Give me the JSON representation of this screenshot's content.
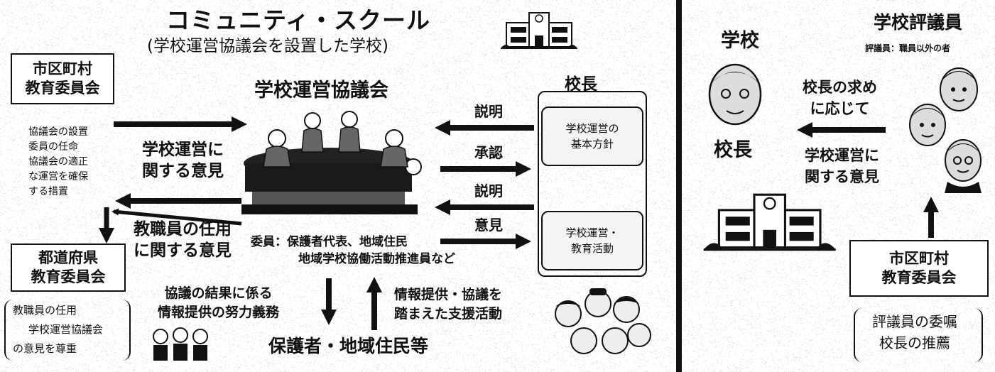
{
  "left": {
    "title": "コミュニティ・スクール",
    "subtitle": "(学校運営協議会を設置した学校)",
    "council_title": "学校運営協議会",
    "municipal_board": [
      "市区町村",
      "教育委員会"
    ],
    "board_duties": [
      "協議会の設置",
      "委員の任命",
      "協議会の適正",
      "な運営を確保",
      "する措置"
    ],
    "opinion_school_ops": [
      "学校運営に",
      "関する意見"
    ],
    "opinion_staff": [
      "教職員の任用",
      "に関する意見"
    ],
    "prefecture_board": [
      "都道府県",
      "教育委員会"
    ],
    "prefecture_note": [
      "教職員の任用",
      "学校運営協議会",
      "の意見を尊重"
    ],
    "members": [
      "委員：保護者代表、地域住民",
      "地域学校協働活動推進員など"
    ],
    "principal_label": "校長",
    "flow_labels": {
      "explain1": "説明",
      "approve": "承認",
      "explain2": "説明",
      "opinion": "意見"
    },
    "policy_box": [
      "学校運営の",
      "基本方針"
    ],
    "activity_box": [
      "学校運営・",
      "教育活動"
    ],
    "info_duty": [
      "協議の結果に係る",
      "情報提供の努力義務"
    ],
    "support": [
      "情報提供・協議を",
      "踏まえた支援活動"
    ],
    "guardians": "保護者・地域住民等"
  },
  "right": {
    "school_label": "学校",
    "councillors_title": "学校評議員",
    "councillors_note": "評議員：職員以外の者",
    "principal_label": "校長",
    "upon_request": [
      "校長の求め",
      "に応じて"
    ],
    "opinion": [
      "学校運営に",
      "関する意見"
    ],
    "municipal_board": [
      "市区町村",
      "教育委員会"
    ],
    "appointment": [
      "評議員の委嘱",
      "校長の推薦"
    ]
  }
}
